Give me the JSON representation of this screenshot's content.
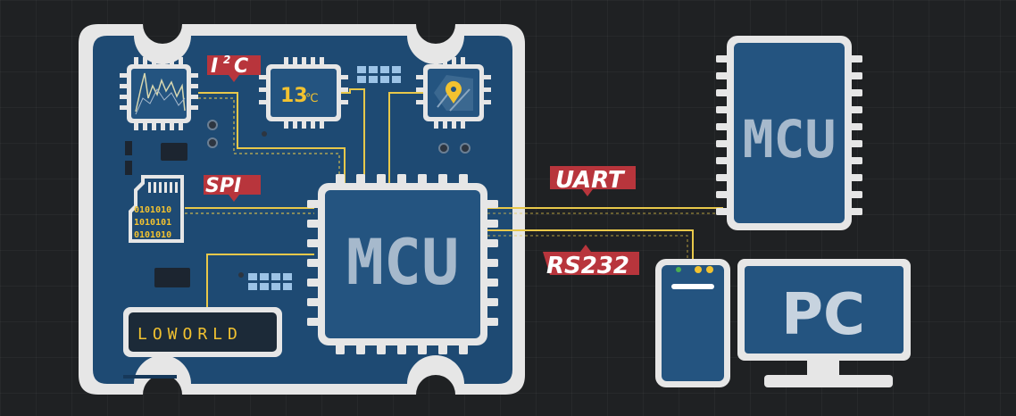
{
  "colors": {
    "background": "#1f2123",
    "board": "#1e4a73",
    "board_frame": "#e6e6e6",
    "chip": "#245480",
    "trace": "#e8c84a",
    "tag": "#b8353c",
    "accent_yellow": "#f2c230"
  },
  "labels": {
    "i2c": "I",
    "i2c_sup": "2",
    "i2c_end": "C",
    "spi": "SPI",
    "uart": "UART",
    "rs232": "RS232",
    "mcu_main": "MCU",
    "mcu_external": "MCU",
    "pc": "PC",
    "display": "LOWORLD",
    "temperature_value": "13",
    "temperature_unit": "℃"
  },
  "sd_card_bits": [
    "0101010",
    "1010101",
    "0101010"
  ],
  "icons": [
    "waveform-chart-icon",
    "map-pin-icon",
    "microsd-card-icon",
    "phone-icon",
    "monitor-icon"
  ]
}
